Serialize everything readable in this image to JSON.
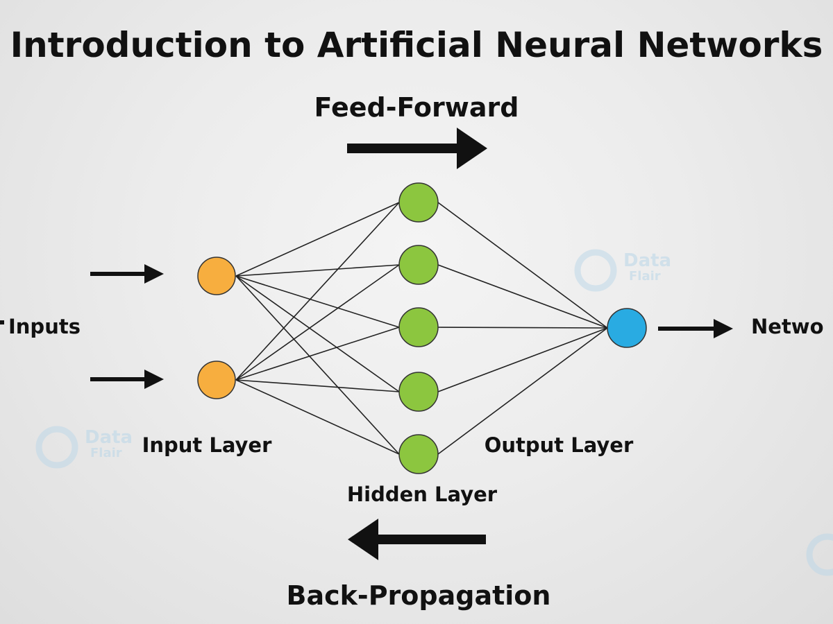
{
  "title": "Introduction to Artificial Neural Networks",
  "feed_forward_label": "Feed-Forward",
  "back_propagation_label": "Back-Propagation",
  "inputs_label": "Inputs",
  "input_layer_label": "Input Layer",
  "hidden_layer_label": "Hidden Layer",
  "output_layer_label": "Output Layer",
  "output_label": "Netwo",
  "watermark": {
    "line1": "Data",
    "line2": "Flair"
  },
  "colors": {
    "input_node": "#f7ae3f",
    "hidden_node": "#8cc63f",
    "output_node": "#29abe2",
    "arrow": "#111111",
    "connection": "#222222"
  },
  "network": {
    "input_nodes": 2,
    "hidden_nodes": 5,
    "output_nodes": 1
  }
}
